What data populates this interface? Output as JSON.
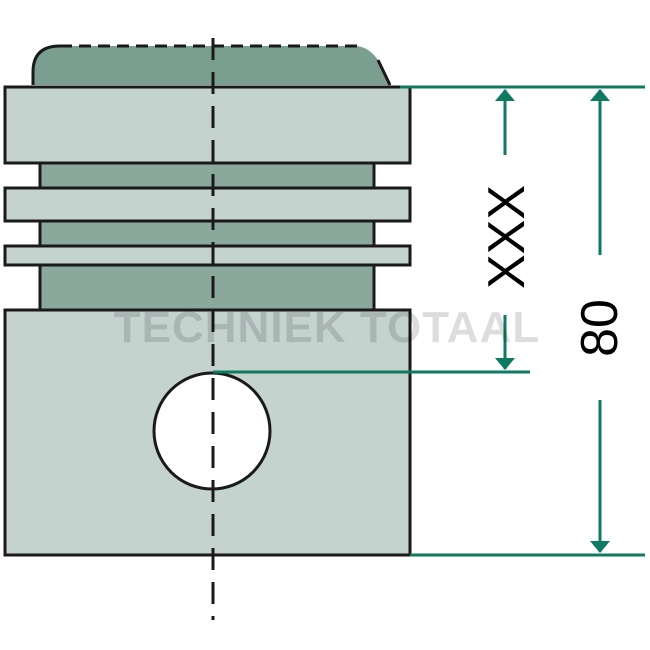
{
  "dimensions": {
    "pin_height_label": "XXX",
    "total_height_label": "80"
  },
  "watermark": {
    "text": "TECHNIEK TOTAAL"
  },
  "colors": {
    "piston_crown": "#7a9e8f",
    "piston_land": "#c5d3cf",
    "piston_groove": "#8aa89c",
    "outline": "#1a1a1a",
    "dimension_line": "#0e7a5f",
    "background": "#ffffff"
  }
}
